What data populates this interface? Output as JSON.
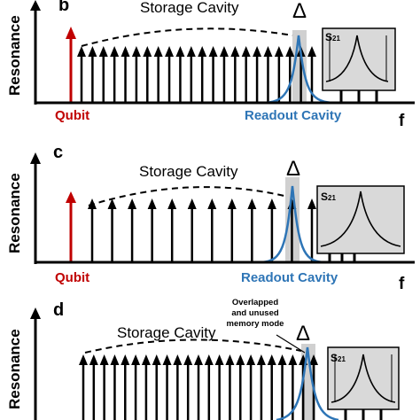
{
  "panels": [
    {
      "letter": "b",
      "y_label": "Resonance",
      "storage_label": "Storage Cavity",
      "delta_label": "Δ",
      "qubit_label": "Qubit",
      "readout_label": "Readout Cavity",
      "f_label": "f",
      "inset_label": "S",
      "inset_sub": "21",
      "mode_count": 22,
      "note_line1": "",
      "note_line2": "",
      "note_line3": ""
    },
    {
      "letter": "c",
      "y_label": "Resonance",
      "storage_label": "Storage Cavity",
      "delta_label": "Δ",
      "qubit_label": "Qubit",
      "readout_label": "Readout Cavity",
      "f_label": "f",
      "inset_label": "S",
      "inset_sub": "21",
      "mode_count": 12,
      "note_line1": "",
      "note_line2": "",
      "note_line3": ""
    },
    {
      "letter": "d",
      "y_label": "Resonance",
      "storage_label": "Storage Cavity",
      "delta_label": "Δ",
      "qubit_label": "",
      "readout_label": "",
      "f_label": "",
      "inset_label": "S",
      "inset_sub": "21",
      "mode_count": 23,
      "note_line1": "Overlapped",
      "note_line2": "and unused",
      "note_line3": "memory mode"
    }
  ],
  "colors": {
    "qubit": "#c00000",
    "readout": "#2e75b6",
    "ink": "#000000",
    "inset_bg": "#d9d9d9",
    "highlight": "#d0d0d0"
  }
}
